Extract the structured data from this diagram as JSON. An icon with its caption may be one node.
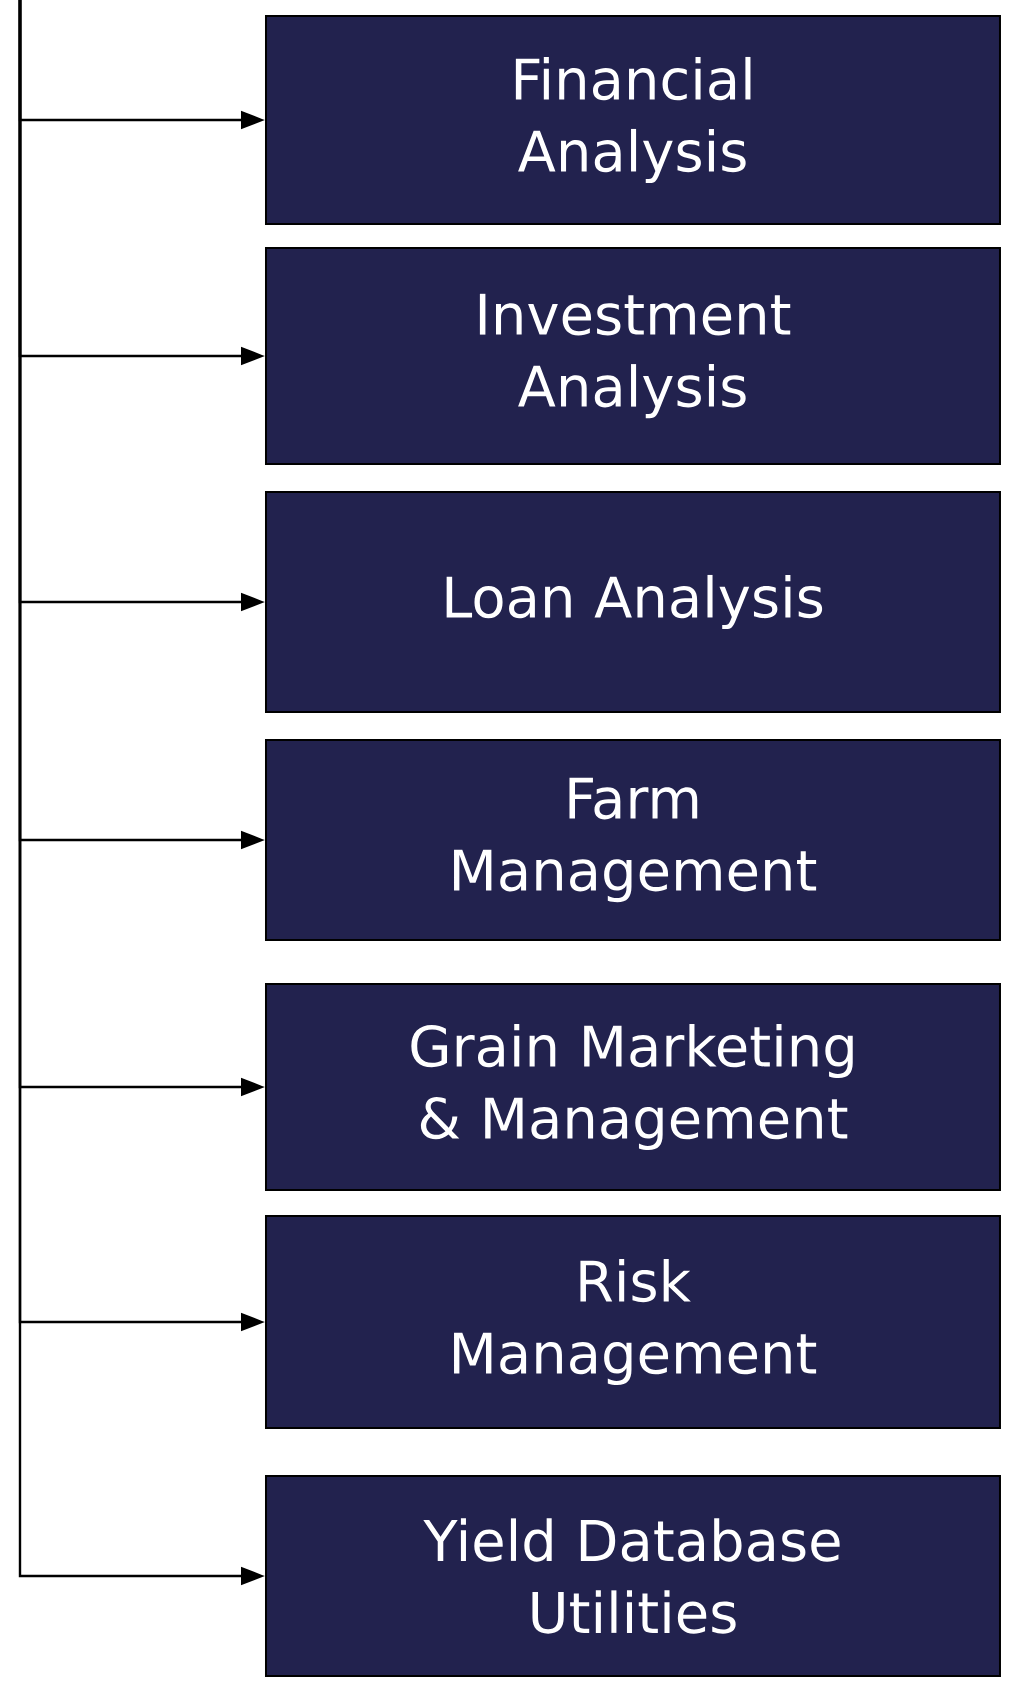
{
  "diagram": {
    "nodes": [
      {
        "text": [
          "Financial Analysis"
        ]
      },
      {
        "text": [
          "Investment Analysis"
        ]
      },
      {
        "text": [
          "Loan Analysis"
        ]
      },
      {
        "text": [
          "Farm Management"
        ]
      },
      {
        "text": [
          "Grain Marketing & Management"
        ]
      },
      {
        "text": [
          "Risk Management"
        ]
      },
      {
        "text": [
          "Yield Database Utilities"
        ]
      }
    ],
    "edges": [
      {
        "from": null,
        "to": 0,
        "arrow": "to"
      },
      {
        "from": null,
        "to": 1,
        "arrow": "to"
      },
      {
        "from": null,
        "to": 2,
        "arrow": "to"
      },
      {
        "from": null,
        "to": 3,
        "arrow": "to"
      },
      {
        "from": null,
        "to": 4,
        "arrow": "to"
      },
      {
        "from": null,
        "to": 5,
        "arrow": "to"
      },
      {
        "from": null,
        "to": 6,
        "arrow": "to"
      }
    ]
  }
}
